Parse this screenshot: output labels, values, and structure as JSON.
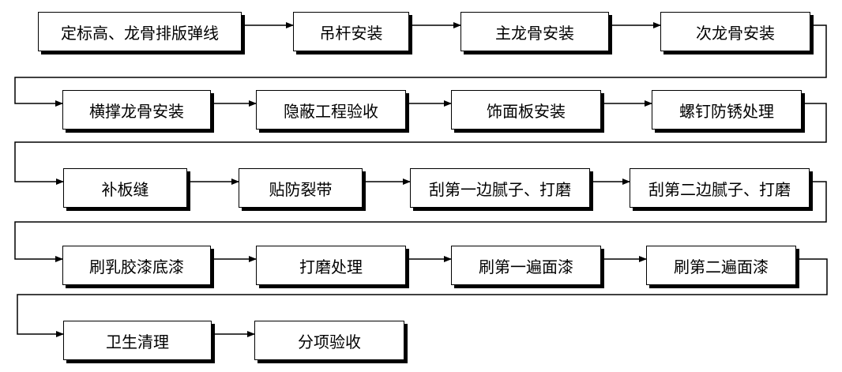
{
  "steps": [
    "定标高、龙骨排版弹线",
    "吊杆安装",
    "主龙骨安装",
    "次龙骨安装",
    "横撑龙骨安装",
    "隐蔽工程验收",
    "饰面板安装",
    "螺钉防锈处理",
    "补板缝",
    "贴防裂带",
    "刮第一边腻子、打磨",
    "刮第二边腻子、打磨",
    "刷乳胶漆底漆",
    "打磨处理",
    "刷第一遍面漆",
    "刷第二遍面漆",
    "卫生清理",
    "分项验收"
  ]
}
